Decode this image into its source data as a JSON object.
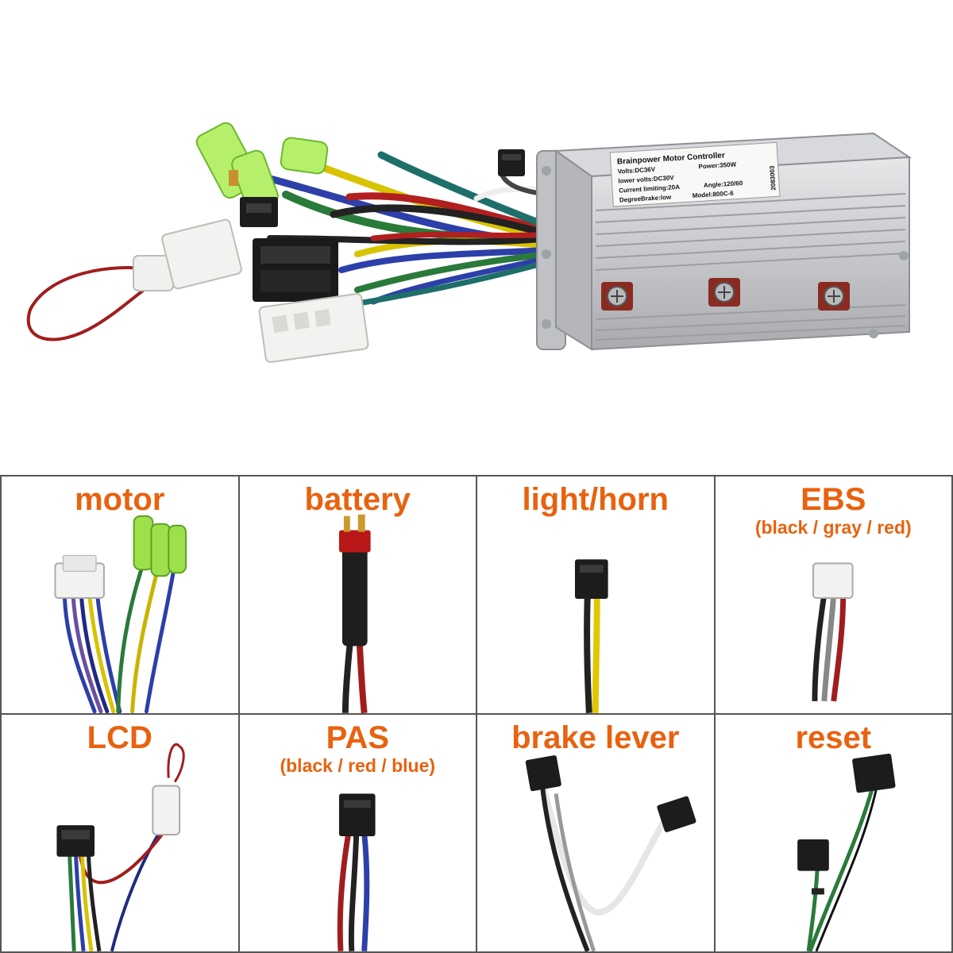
{
  "controller_label": {
    "title": "Brainpower Motor Controller",
    "volts": "Volts:DC36V",
    "power": "Power:350W",
    "lower_volts": "lower volts:DC30V",
    "current": "Current limiting:20A",
    "angle": "Angle:120/60",
    "brake": "DegreeBrake:low",
    "model": "Model:800C-6",
    "serial": "2083003"
  },
  "connectors": [
    {
      "title": "motor",
      "subtitle": ""
    },
    {
      "title": "battery",
      "subtitle": ""
    },
    {
      "title": "light/horn",
      "subtitle": ""
    },
    {
      "title": "EBS",
      "subtitle": "(black / gray / red)"
    },
    {
      "title": "LCD",
      "subtitle": ""
    },
    {
      "title": "PAS",
      "subtitle": "(black / red / blue)"
    },
    {
      "title": "brake lever",
      "subtitle": ""
    },
    {
      "title": "reset",
      "subtitle": ""
    }
  ],
  "colors": {
    "label_orange": "#e8620f",
    "grid_border": "#555555",
    "housing": "#c9cbce"
  }
}
